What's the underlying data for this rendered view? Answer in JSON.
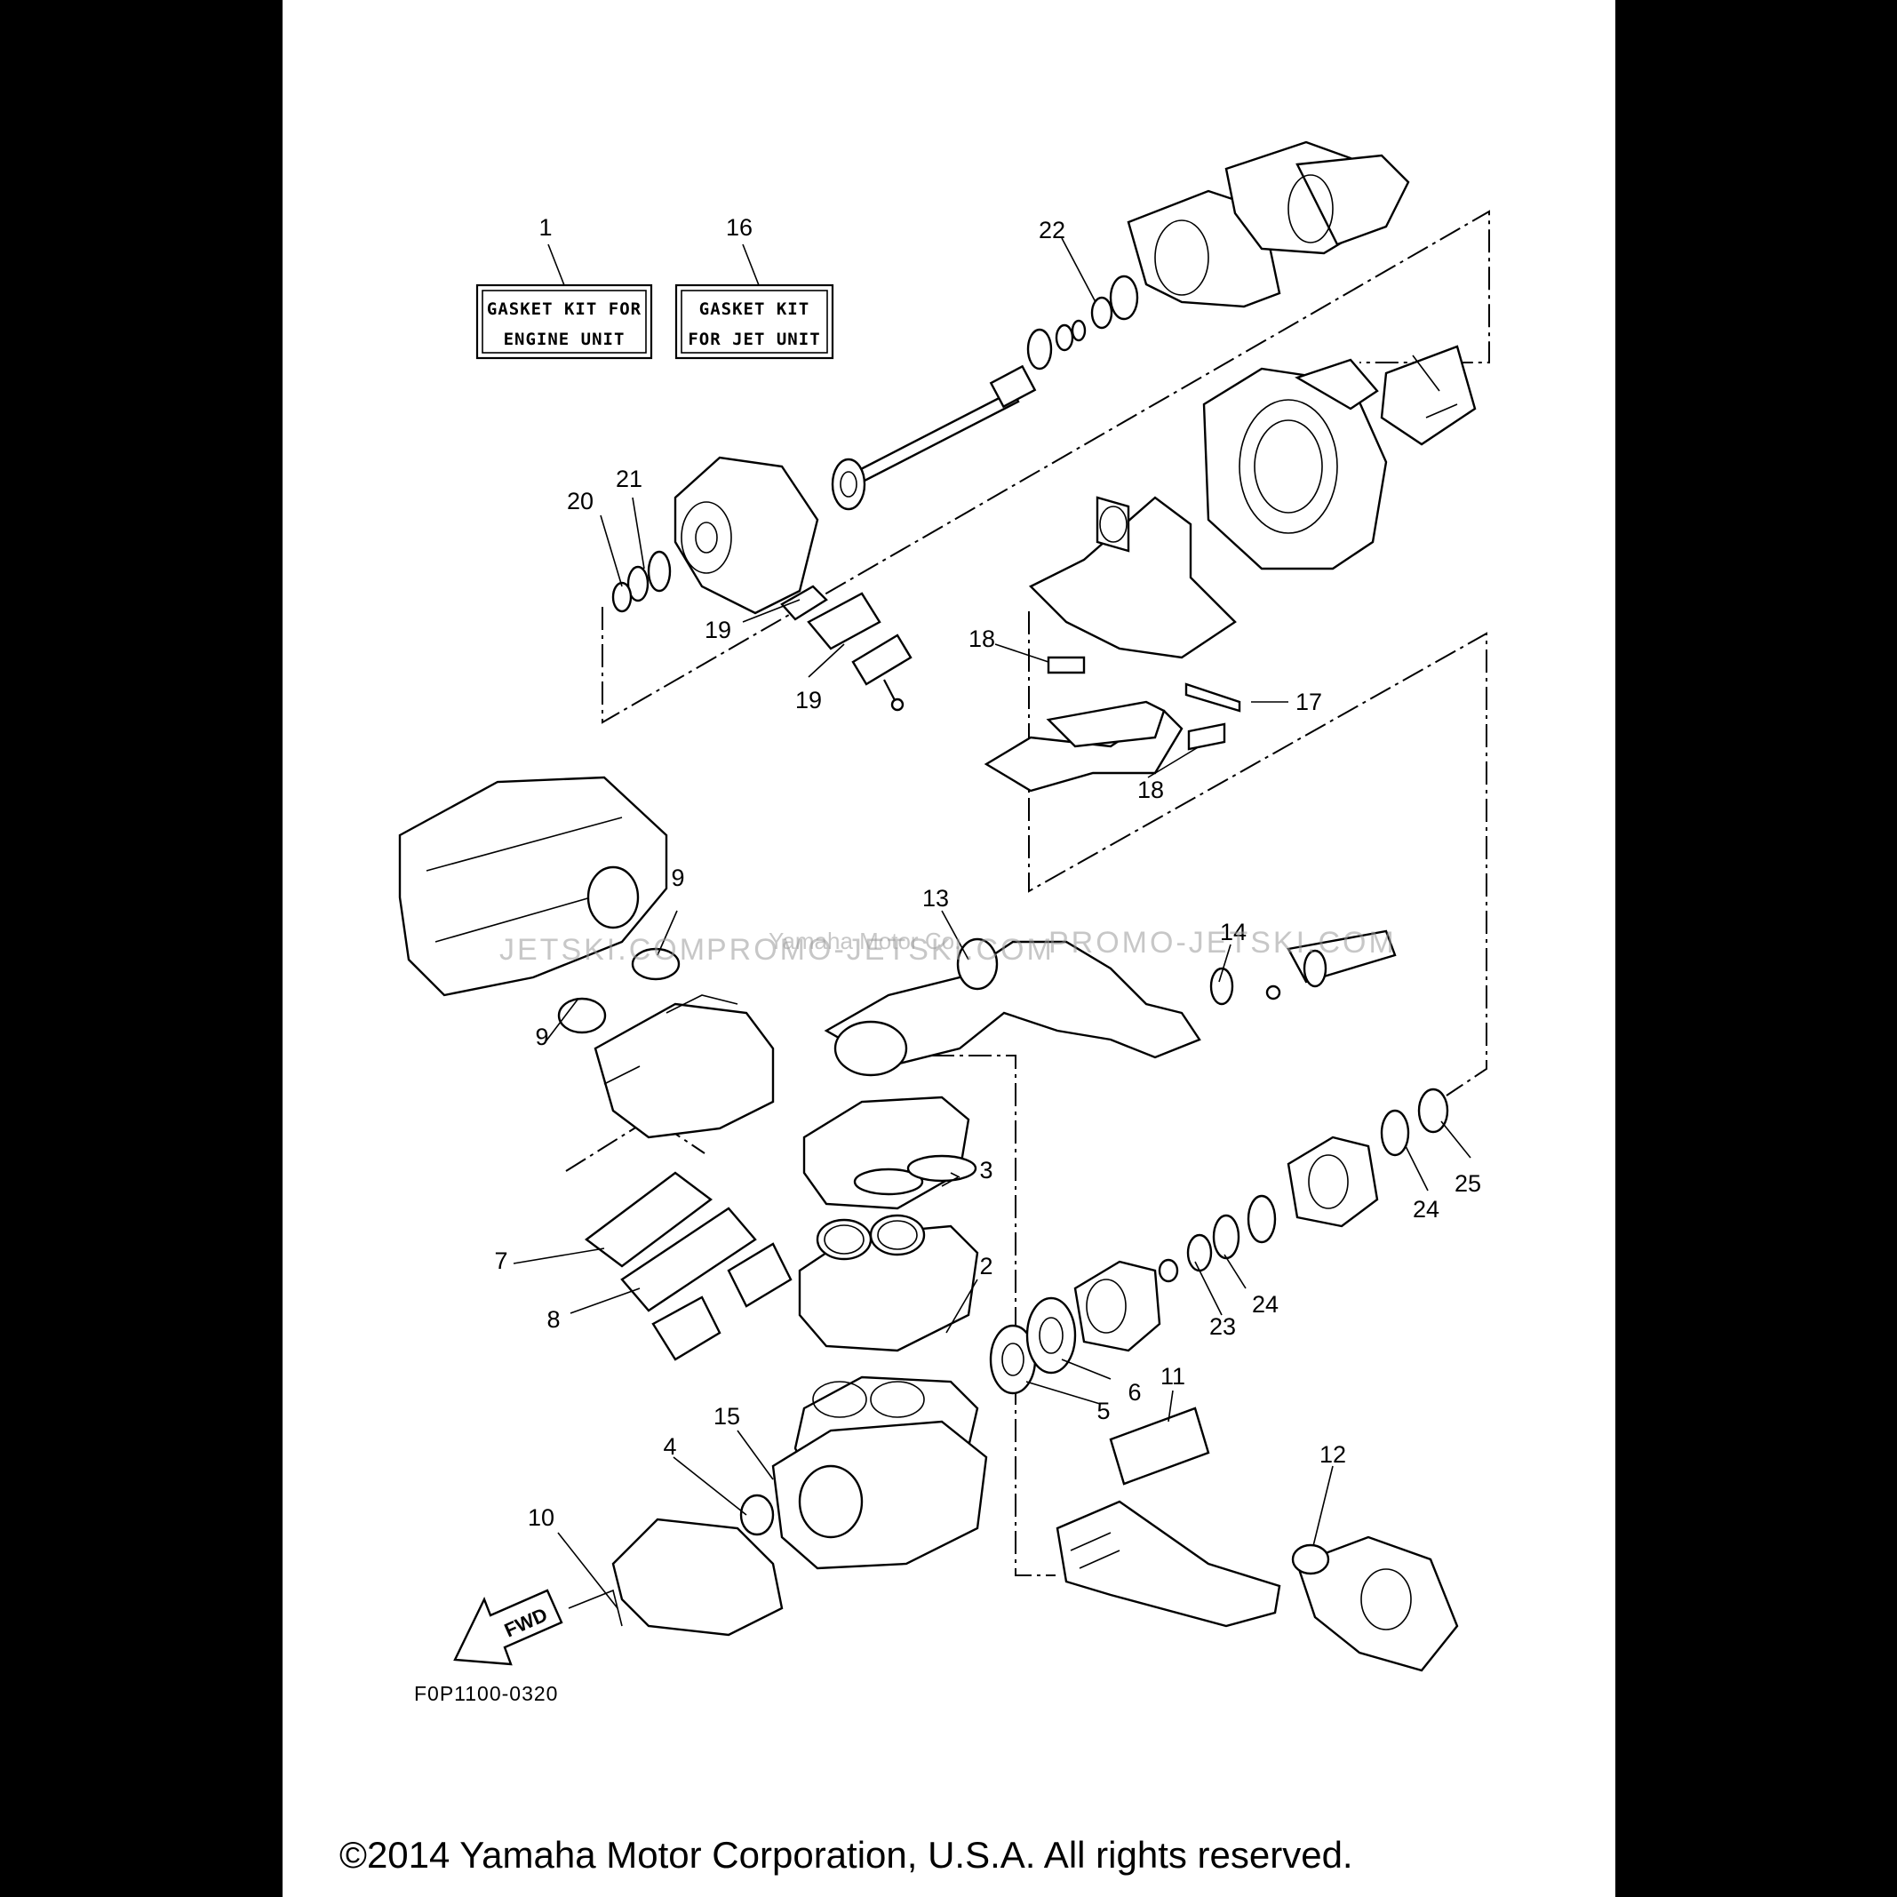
{
  "diagram": {
    "kits": [
      {
        "ref": "1",
        "lines": [
          "GASKET KIT FOR",
          "ENGINE UNIT"
        ]
      },
      {
        "ref": "16",
        "lines": [
          "GASKET KIT",
          "FOR JET UNIT"
        ]
      }
    ],
    "callouts": [
      "1",
      "16",
      "22",
      "20",
      "21",
      "19",
      "19",
      "18",
      "17",
      "18",
      "13",
      "14",
      "9",
      "9",
      "3",
      "7",
      "2",
      "8",
      "25",
      "24",
      "24",
      "23",
      "6",
      "5",
      "11",
      "15",
      "4",
      "12",
      "10"
    ],
    "fwd_label": "FWD",
    "diagram_code": "F0P1100-0320",
    "watermark": "PROMO-JETSKI.COM",
    "watermark_partial": "JETSKI.COM",
    "watermark_center": "Yamaha Motor Co."
  },
  "footer": {
    "copyright": "©2014 Yamaha Motor Corporation, U.S.A. All rights reserved."
  }
}
